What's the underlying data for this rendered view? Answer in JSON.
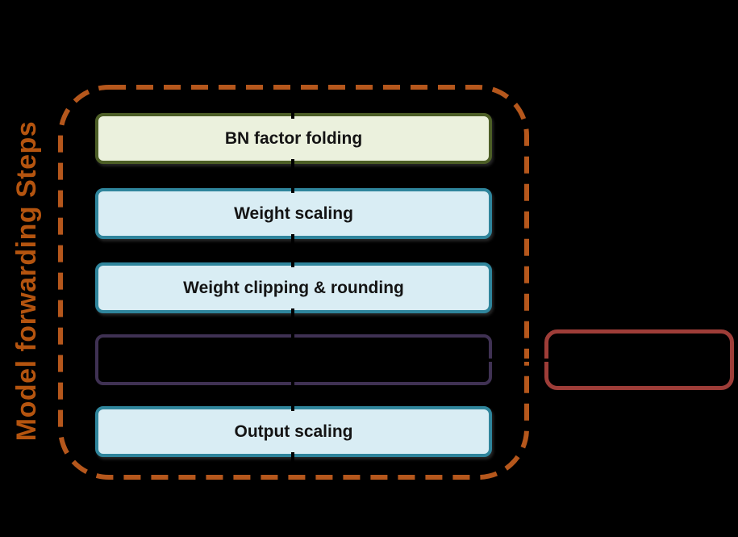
{
  "canvas": {
    "background": "#000000"
  },
  "sidebar_title": {
    "text": "Model forwarding Steps",
    "color": "#b4540f"
  },
  "pipeline_container": {
    "border_color": "#b5571c",
    "border_style": "dashed"
  },
  "steps": [
    {
      "label": "BN factor folding",
      "fill": "#ebf1dd",
      "border": "#4c5e26"
    },
    {
      "label": "Weight scaling",
      "fill": "#d9edf4",
      "border": "#2f859c"
    },
    {
      "label": "Weight clipping & rounding",
      "fill": "#d9edf4",
      "border": "#2f859c"
    },
    {
      "label": "",
      "fill": "#000000",
      "border": "#3f3153"
    },
    {
      "label": "Output scaling",
      "fill": "#d9edf4",
      "border": "#2f859c"
    }
  ],
  "side_box": {
    "label": "",
    "border": "#9e3d38"
  },
  "connector_color": "#000000"
}
